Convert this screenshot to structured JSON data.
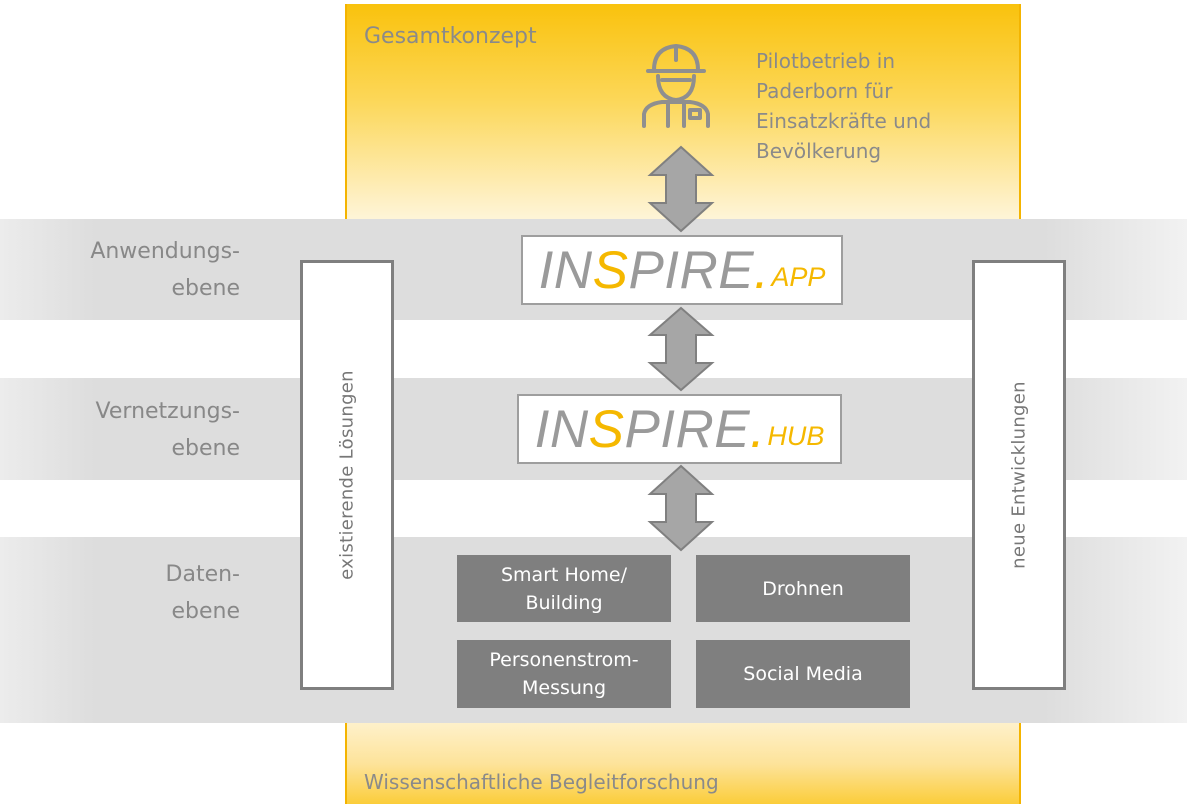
{
  "concept": {
    "title": "Gesamtkonzept",
    "pilot_lines": [
      "Pilotbetrieb in",
      "Paderborn für",
      "Einsatzkräfte und",
      "Bevölkerung"
    ],
    "footer": "Wissenschaftliche Begleitforschung",
    "icon": "firefighter-icon"
  },
  "layers": [
    {
      "line1": "Anwendungs-",
      "line2": "ebene"
    },
    {
      "line1": "Vernetzungs-",
      "line2": "ebene"
    },
    {
      "line1": "Daten-",
      "line2": "ebene"
    }
  ],
  "app": {
    "prefix": "IN",
    "highlight": "S",
    "rest": "PIRE",
    "dot": ".",
    "suffix": "APP"
  },
  "hub": {
    "prefix": "IN",
    "highlight": "S",
    "rest": "PIRE",
    "dot": ".",
    "suffix": "HUB"
  },
  "left_box": "existierende Lösungen",
  "right_box": "neue Entwicklungen",
  "sources": [
    {
      "line1": "Smart Home/",
      "line2": "Building"
    },
    {
      "line1": "Drohnen",
      "line2": ""
    },
    {
      "line1": "Personenstrom-",
      "line2": "Messung"
    },
    {
      "line1": "Social Media",
      "line2": ""
    }
  ],
  "colors": {
    "accent": "#f5b800",
    "band": "#dddddd",
    "box_dark": "#7f7f7f",
    "text_grey": "#888888"
  }
}
